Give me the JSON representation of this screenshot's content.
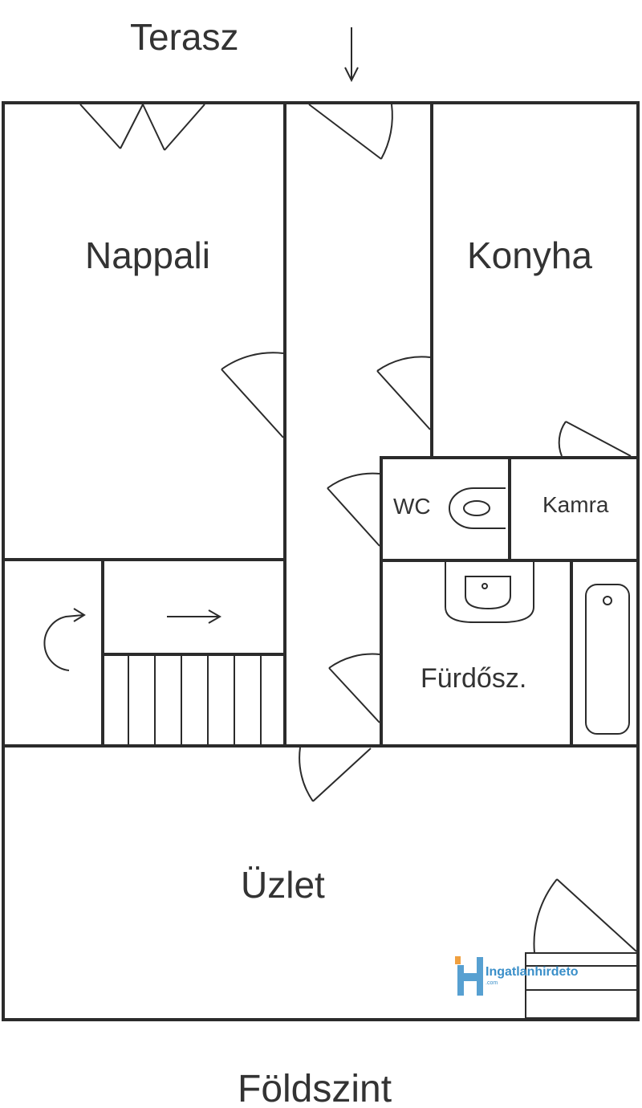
{
  "labels": {
    "terrace": "Terasz",
    "living_room": "Nappali",
    "kitchen": "Konyha",
    "wc": "WC",
    "pantry": "Kamra",
    "bathroom": "Fürdősz.",
    "shop": "Üzlet",
    "floor": "Földszint"
  },
  "watermark": {
    "brand": "Ingatlanhirdeto",
    "suffix": ".com"
  },
  "colors": {
    "wall": "#2b2b2b",
    "text": "#333333",
    "watermark_blue": "#3a8fc9",
    "watermark_orange": "#f0a040"
  }
}
